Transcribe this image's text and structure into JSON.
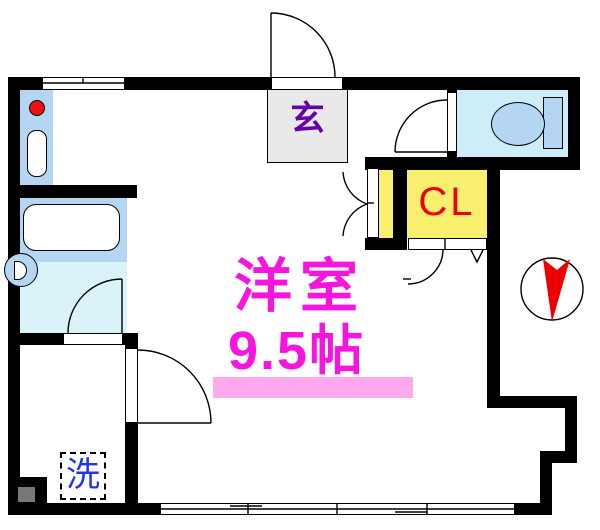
{
  "labels": {
    "genkan": "玄",
    "closet": "CL",
    "room_name": "洋室",
    "room_size": "9.5帖",
    "laundry": "洗"
  },
  "colors": {
    "wall": "#000000",
    "fixture_blue": "#b5d6f2",
    "bath_floor": "#daf3f8",
    "toilet_floor": "#cdeef8",
    "closet_yellow": "#f9ef6e",
    "genkan_gray": "#e9e9e9",
    "genkan_text": "#6600aa",
    "closet_text": "#ee0000",
    "room_text": "#f714dd",
    "highlight_pink": "#ffaaee",
    "laundry_text": "#2233ee",
    "burner_red": "#ee1111",
    "compass_red": "#ee0000",
    "meter_gray": "#777777"
  },
  "icons": {
    "compass": "north-arrow-icon",
    "burner": "stove-burner-icon"
  }
}
